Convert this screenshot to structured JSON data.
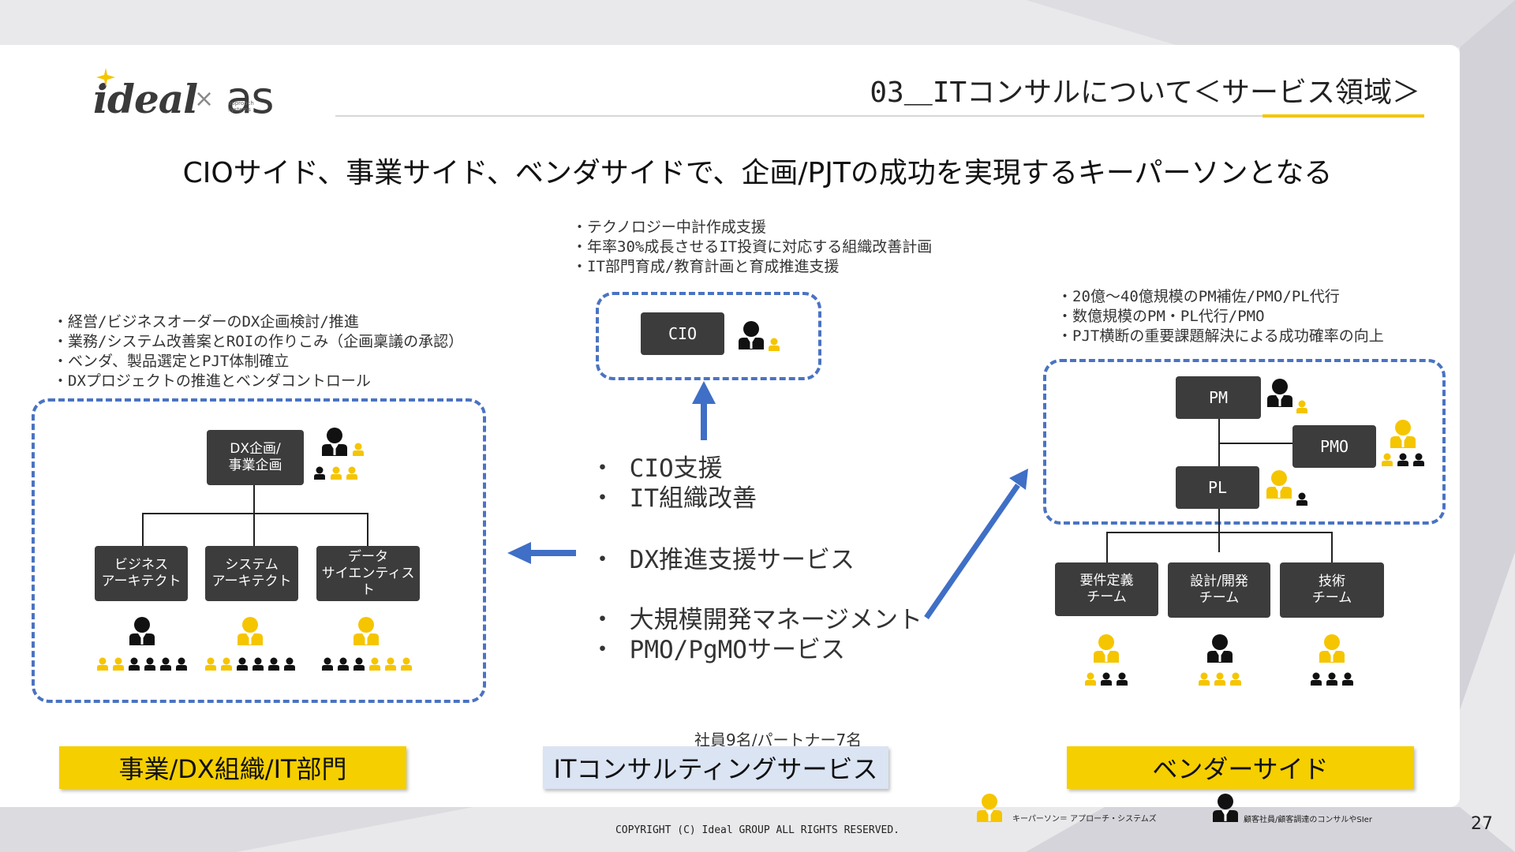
{
  "colors": {
    "keyperson": "#f5c500",
    "client": "#111111",
    "dashed": "#4a73c2",
    "arrow": "#3f6fc6"
  },
  "logo": {
    "brand": "ideal",
    "times": "×",
    "partner": "as",
    "partner_sub": "approach systems"
  },
  "header": {
    "title": "03＿ITコンサルについて＜サービス領域＞"
  },
  "headline": "CIOサイド、事業サイド、ベンダサイドで、企画/PJTの成功を実現するキーパーソンとなる",
  "left_bullets": [
    "・経営/ビジネスオーダーのDX企画検討/推進",
    "・業務/システム改善案とROIの作りこみ（企画稟議の承認）",
    "・ベンダ、製品選定とPJT体制確立",
    "・DXプロジェクトの推進とベンダコントロール"
  ],
  "center_bullets": [
    "・テクノロジー中計作成支援",
    "・年率30%成長させるIT投資に対応する組織改善計画",
    "・IT部門育成/教育計画と育成推進支援"
  ],
  "right_bullets": [
    "・20億～40億規模のPM補佐/PMO/PL代行",
    "・数億規模のPM・PL代行/PMO",
    "・PJT横断の重要課題解決による成功確率の向上"
  ],
  "left_org": {
    "top": "DX企画/\n事業企画",
    "children": [
      "ビジネス\nアーキテクト",
      "システム\nアーキテクト",
      "データ\nサイエンティス\nト"
    ]
  },
  "cio_node": "CIO",
  "right_org": {
    "pm": "PM",
    "pmo": "PMO",
    "pl": "PL",
    "teams": [
      "要件定義\nチーム",
      "設計/開発\nチーム",
      "技術\nチーム"
    ]
  },
  "services": [
    "・ CIO支援",
    "・ IT組織改善",
    "・ DX推進支援サービス",
    "・ 大規模開発マネージメント",
    "・ PMO/PgMOサービス"
  ],
  "labels": {
    "left": "事業/DX組織/IT部門",
    "center": "ITコンサルティングサービス",
    "right": "ベンダーサイド"
  },
  "staff_count": "社員9名/パートナー7名",
  "legend": {
    "keyperson": "キーパーソン＝ アプローチ・システムズ",
    "client": "顧客社員/顧客調達のコンサルやSIer"
  },
  "copyright": "COPYRIGHT (C) Ideal GROUP ALL RIGHTS RESERVED.",
  "page_number": "27"
}
